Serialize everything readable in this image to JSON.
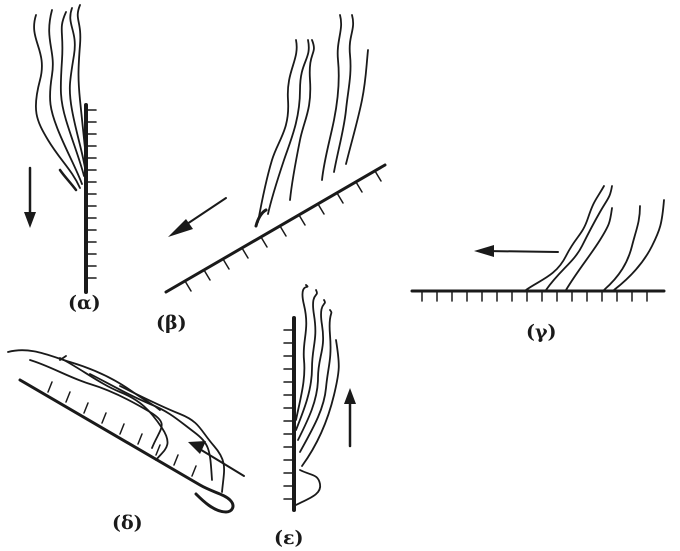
{
  "figure": {
    "panels": [
      {
        "id": "alpha",
        "label": "(α)"
      },
      {
        "id": "beta",
        "label": "(β)"
      },
      {
        "id": "gamma",
        "label": "(γ)"
      },
      {
        "id": "delta",
        "label": "(δ)"
      },
      {
        "id": "epsilon",
        "label": "(ε)"
      }
    ]
  }
}
